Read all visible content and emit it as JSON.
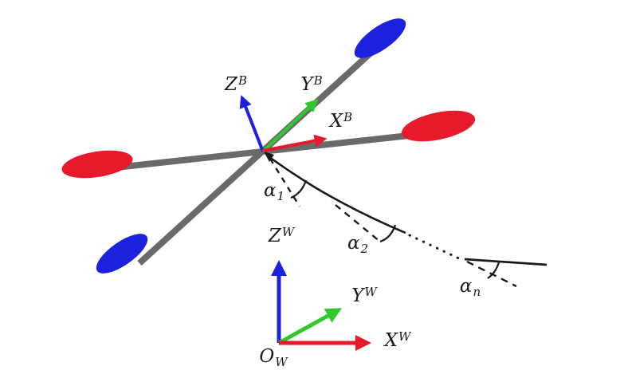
{
  "labels": {
    "body_z": {
      "base": "Z",
      "script": "B"
    },
    "body_y": {
      "base": "Y",
      "script": "B"
    },
    "body_x": {
      "base": "X",
      "script": "B"
    },
    "world_z": {
      "base": "Z",
      "script": "W"
    },
    "world_y": {
      "base": "Y",
      "script": "W"
    },
    "world_x": {
      "base": "X",
      "script": "W"
    },
    "world_origin": {
      "base": "O",
      "script": "W"
    },
    "angle_1": {
      "base": "α",
      "script": "1"
    },
    "angle_2": {
      "base": "α",
      "script": "2"
    },
    "angle_n": {
      "base": "α",
      "script": "n"
    }
  },
  "colors": {
    "blue": "#1c21dd",
    "green": "#2fc92e",
    "red": "#e8192b",
    "gray": "#6a6a6a",
    "black": "#1a1a1a"
  }
}
